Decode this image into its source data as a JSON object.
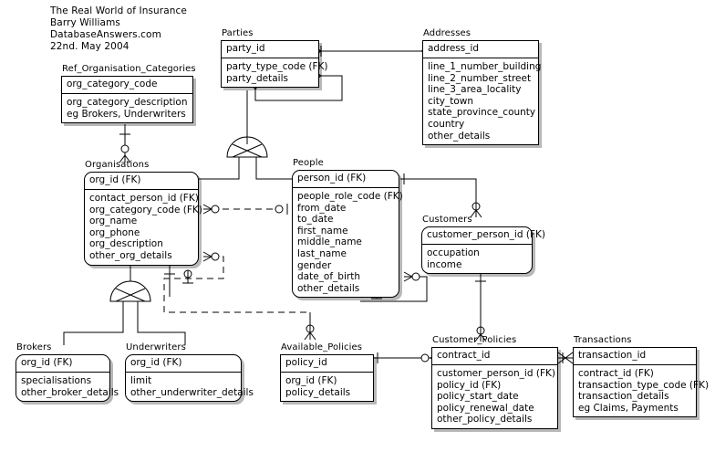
{
  "diagram": {
    "title_lines": [
      "The Real World of Insurance",
      "Barry Williams",
      "DatabaseAnswers.com",
      "22nd. May 2004"
    ],
    "notation": "crows-foot-ER",
    "background": "#ffffff",
    "line_color": "#000000"
  },
  "entities": {
    "ref_organisation_categories": {
      "name": "Ref_Organisation_Categories",
      "pk": "org_category_code",
      "attrs": [
        "org_category_description",
        "eg Brokers, Underwriters"
      ]
    },
    "parties": {
      "name": "Parties",
      "pk": "party_id",
      "attrs": [
        "party_type_code (FK)",
        "party_details"
      ]
    },
    "addresses": {
      "name": "Addresses",
      "pk": "address_id",
      "attrs": [
        "line_1_number_building",
        "line_2_number_street",
        "line_3_area_locality",
        "city_town",
        "state_province_county",
        "country",
        "other_details"
      ]
    },
    "organisations": {
      "name": "Organisations",
      "pk": "org_id (FK)",
      "attrs": [
        "contact_person_id (FK)",
        "org_category_code (FK)",
        "org_name",
        "org_phone",
        "org_description",
        "other_org_details"
      ]
    },
    "people": {
      "name": "People",
      "pk": "person_id (FK)",
      "attrs": [
        "people_role_code (FK)",
        "from_date",
        "to_date",
        "first_name",
        "middle_name",
        "last_name",
        "gender",
        "date_of_birth",
        "other_details"
      ]
    },
    "customers": {
      "name": "Customers",
      "pk": "customer_person_id (FK)",
      "attrs": [
        "occupation",
        "income"
      ]
    },
    "brokers": {
      "name": "Brokers",
      "pk": "org_id (FK)",
      "attrs": [
        "specialisations",
        "other_broker_details"
      ]
    },
    "underwriters": {
      "name": "Underwriters",
      "pk": "org_id (FK)",
      "attrs": [
        "limit",
        "other_underwriter_details"
      ]
    },
    "available_policies": {
      "name": "Available_Policies",
      "pk": "policy_id",
      "attrs": [
        "org_id (FK)",
        "policy_details"
      ]
    },
    "customer_policies": {
      "name": "Customer_Policies",
      "pk": "contract_id",
      "attrs": [
        "customer_person_id (FK)",
        "policy_id (FK)",
        "policy_start_date",
        "policy_renewal_date",
        "other_policy_details"
      ]
    },
    "transactions": {
      "name": "Transactions",
      "pk": "transaction_id",
      "attrs": [
        "contract_id (FK)",
        "transaction_type_code (FK)",
        "transaction_details",
        "eg Claims, Payments"
      ]
    }
  },
  "relationships": [
    {
      "from": "parties",
      "to": "addresses",
      "label": ""
    },
    {
      "from": "parties",
      "to": "parties",
      "label": ""
    },
    {
      "from": "parties",
      "to": "organisations",
      "label": ""
    },
    {
      "from": "parties",
      "to": "people",
      "label": ""
    },
    {
      "from": "ref_organisation_categories",
      "to": "organisations",
      "label": ""
    },
    {
      "from": "organisations",
      "to": "people",
      "label": ""
    },
    {
      "from": "organisations",
      "to": "brokers",
      "label": ""
    },
    {
      "from": "organisations",
      "to": "underwriters",
      "label": ""
    },
    {
      "from": "organisations",
      "to": "available_policies",
      "label": ""
    },
    {
      "from": "people",
      "to": "customers",
      "label": ""
    },
    {
      "from": "customers",
      "to": "customer_policies",
      "label": ""
    },
    {
      "from": "available_policies",
      "to": "customer_policies",
      "label": ""
    },
    {
      "from": "customer_policies",
      "to": "transactions",
      "label": ""
    }
  ]
}
